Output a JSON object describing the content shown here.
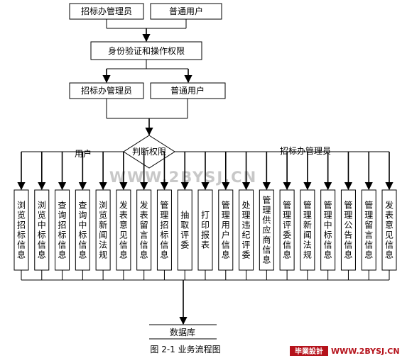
{
  "top_roles": {
    "left": "招标办管理员",
    "right": "普通用户"
  },
  "auth_step": "身份验证和操作权限",
  "mid_roles": {
    "left": "招标办管理员",
    "right": "普通用户"
  },
  "decision": "判断权限",
  "branch_labels": {
    "user": "用户",
    "admin": "招标办管理员"
  },
  "functions": [
    "浏览招标信息",
    "浏览中标信息",
    "查询招标信息",
    "查询中标信息",
    "浏览新闻法规",
    "发表意见信息",
    "发表留言信息",
    "管理招标信息",
    "抽取评委",
    "打印报表",
    "管理用户信息",
    "处理违纪评委",
    "管理供应商信息",
    "管理评委信息",
    "管理新闻法规",
    "管理中标信息",
    "管理公告信息",
    "管理留言信息",
    "发表意见信息"
  ],
  "database": "数据库",
  "caption": "图 2-1  业务流程图",
  "watermark": "WWW.2BYSJ.CN",
  "logo": {
    "text": "毕業設計",
    "url": "WWW.2BYSJ.CN"
  },
  "colors": {
    "logo_red": "#b5121b",
    "watermark_gray": "#c8c8c8"
  }
}
